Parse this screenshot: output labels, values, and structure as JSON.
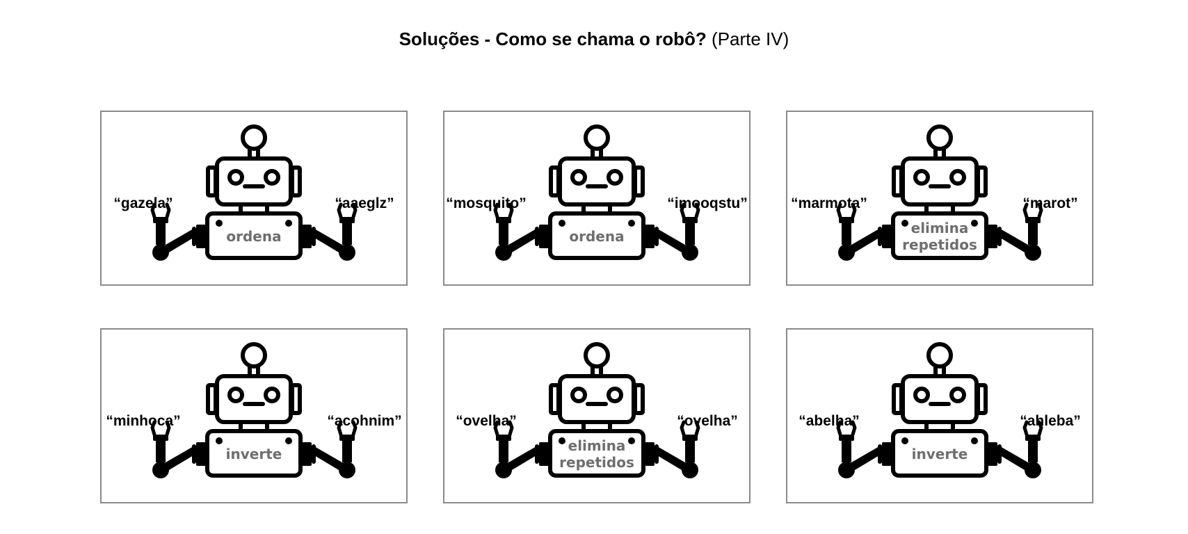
{
  "title": {
    "bold": "Soluções - Como se chama o robô?",
    "normal": "(Parte IV)"
  },
  "colors": {
    "robot": "#000000",
    "card_border": "#8a8a8a",
    "action_text": "#6e6e6e"
  },
  "cards": [
    {
      "input": "“gazela”",
      "output": "“aaeglz”",
      "action": "ordena"
    },
    {
      "input": "“mosquito”",
      "output": "“imooqstu”",
      "action": "ordena"
    },
    {
      "input": "“marmota”",
      "output": "“marot”",
      "action": "elimina\nrepetidos"
    },
    {
      "input": "“minhoca”",
      "output": "“acohnim”",
      "action": "inverte"
    },
    {
      "input": "“ovelha”",
      "output": "“ovelha”",
      "action": "elimina\nrepetidos"
    },
    {
      "input": "“abelha”",
      "output": "“ahleba”",
      "action": "inverte"
    }
  ]
}
